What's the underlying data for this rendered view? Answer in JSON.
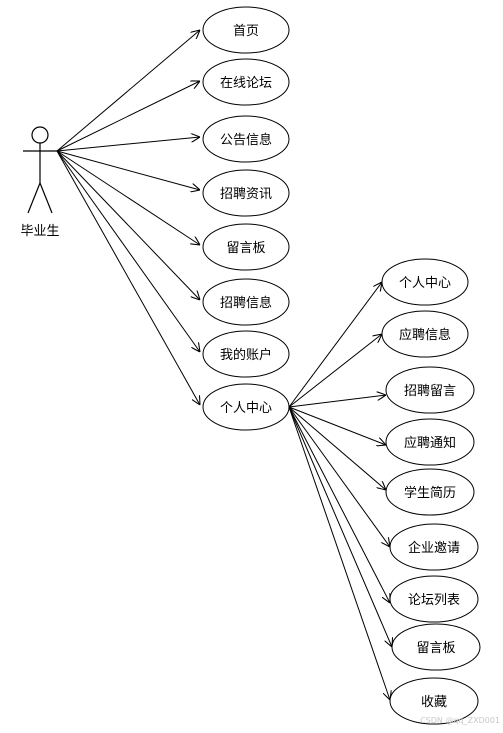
{
  "actor": {
    "label": "毕业生"
  },
  "primary_use_cases": [
    {
      "id": "home",
      "label": "首页"
    },
    {
      "id": "forum",
      "label": "在线论坛"
    },
    {
      "id": "notice",
      "label": "公告信息"
    },
    {
      "id": "recruit-news",
      "label": "招聘资讯"
    },
    {
      "id": "message-board",
      "label": "留言板"
    },
    {
      "id": "recruit-info",
      "label": "招聘信息"
    },
    {
      "id": "my-account",
      "label": "我的账户"
    },
    {
      "id": "personal-center",
      "label": "个人中心"
    }
  ],
  "sub_use_cases": [
    {
      "id": "personal-center",
      "label": "个人中心"
    },
    {
      "id": "application-info",
      "label": "应聘信息"
    },
    {
      "id": "recruit-message",
      "label": "招聘留言"
    },
    {
      "id": "application-notice",
      "label": "应聘通知"
    },
    {
      "id": "student-resume",
      "label": "学生简历"
    },
    {
      "id": "company-invite",
      "label": "企业邀请"
    },
    {
      "id": "forum-list",
      "label": "论坛列表"
    },
    {
      "id": "message-board-2",
      "label": "留言板"
    },
    {
      "id": "favorites",
      "label": "收藏"
    }
  ],
  "watermark": "CSDN @qq_ZXD001"
}
